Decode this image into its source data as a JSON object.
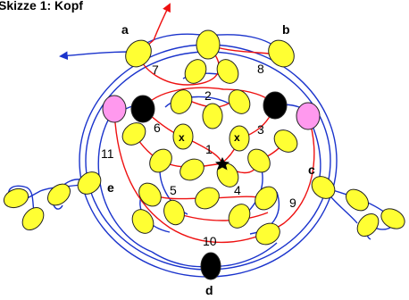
{
  "title": "Skizze 1: Kopf",
  "point_labels": {
    "a": "a",
    "b": "b",
    "c": "c",
    "d": "d",
    "e": "e"
  },
  "regions": {
    "r1": "1",
    "r2": "2",
    "r3": "3",
    "r4": "4",
    "r5": "5",
    "r6": "6",
    "r7": "7",
    "r8": "8",
    "r9": "9",
    "r10": "10",
    "r11": "11"
  },
  "markers": {
    "x1": "x",
    "x2": "x"
  },
  "colors": {
    "bead_yellow": "#ffff33",
    "bead_black": "#000000",
    "bead_pink": "#ff99ee",
    "thread_red": "#ee1111",
    "thread_blue": "#1a33cc",
    "outline": "#222222"
  },
  "icons": {
    "start": "star-icon"
  }
}
